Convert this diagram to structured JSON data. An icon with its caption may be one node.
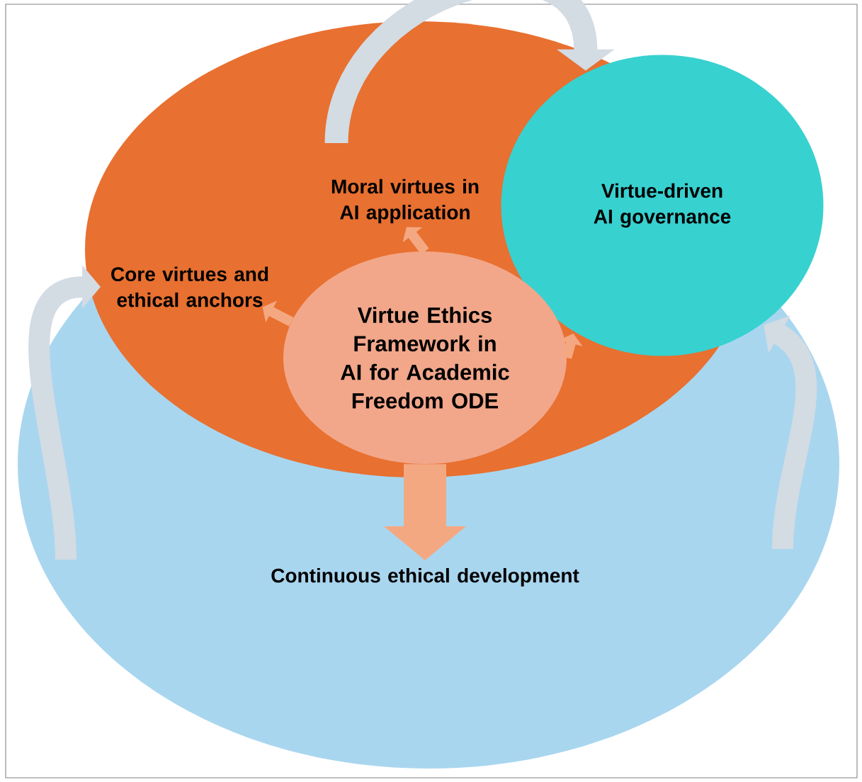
{
  "diagram": {
    "nodes": [
      {
        "text": [
          "Core virtues and ethical anchors"
        ]
      },
      {
        "text": [
          "Moral virtues in AI application"
        ]
      },
      {
        "text": [
          "Virtue-driven AI governance"
        ]
      },
      {
        "text": [
          "Virtue Ethics Framework in AI for Academic Freedom ODE"
        ]
      },
      {
        "text": [
          "Continuous ethical development"
        ]
      }
    ],
    "edges": [
      {
        "from": 3,
        "to": 1,
        "arrow": "to"
      },
      {
        "from": 3,
        "to": 0,
        "arrow": "to"
      },
      {
        "from": 3,
        "to": 2,
        "arrow": "to"
      },
      {
        "from": 3,
        "to": 4,
        "arrow": "to",
        "style": "thick"
      },
      {
        "from": null,
        "to": 2,
        "arrow": "to",
        "style": "thick",
        "color": "#d3dbe3"
      },
      {
        "from": null,
        "to": 0,
        "arrow": "to",
        "style": "thick",
        "color": "#d3dbe3"
      },
      {
        "from": null,
        "to": 2,
        "arrow": "to",
        "style": "thick",
        "color": "#d3dbe3"
      }
    ]
  }
}
